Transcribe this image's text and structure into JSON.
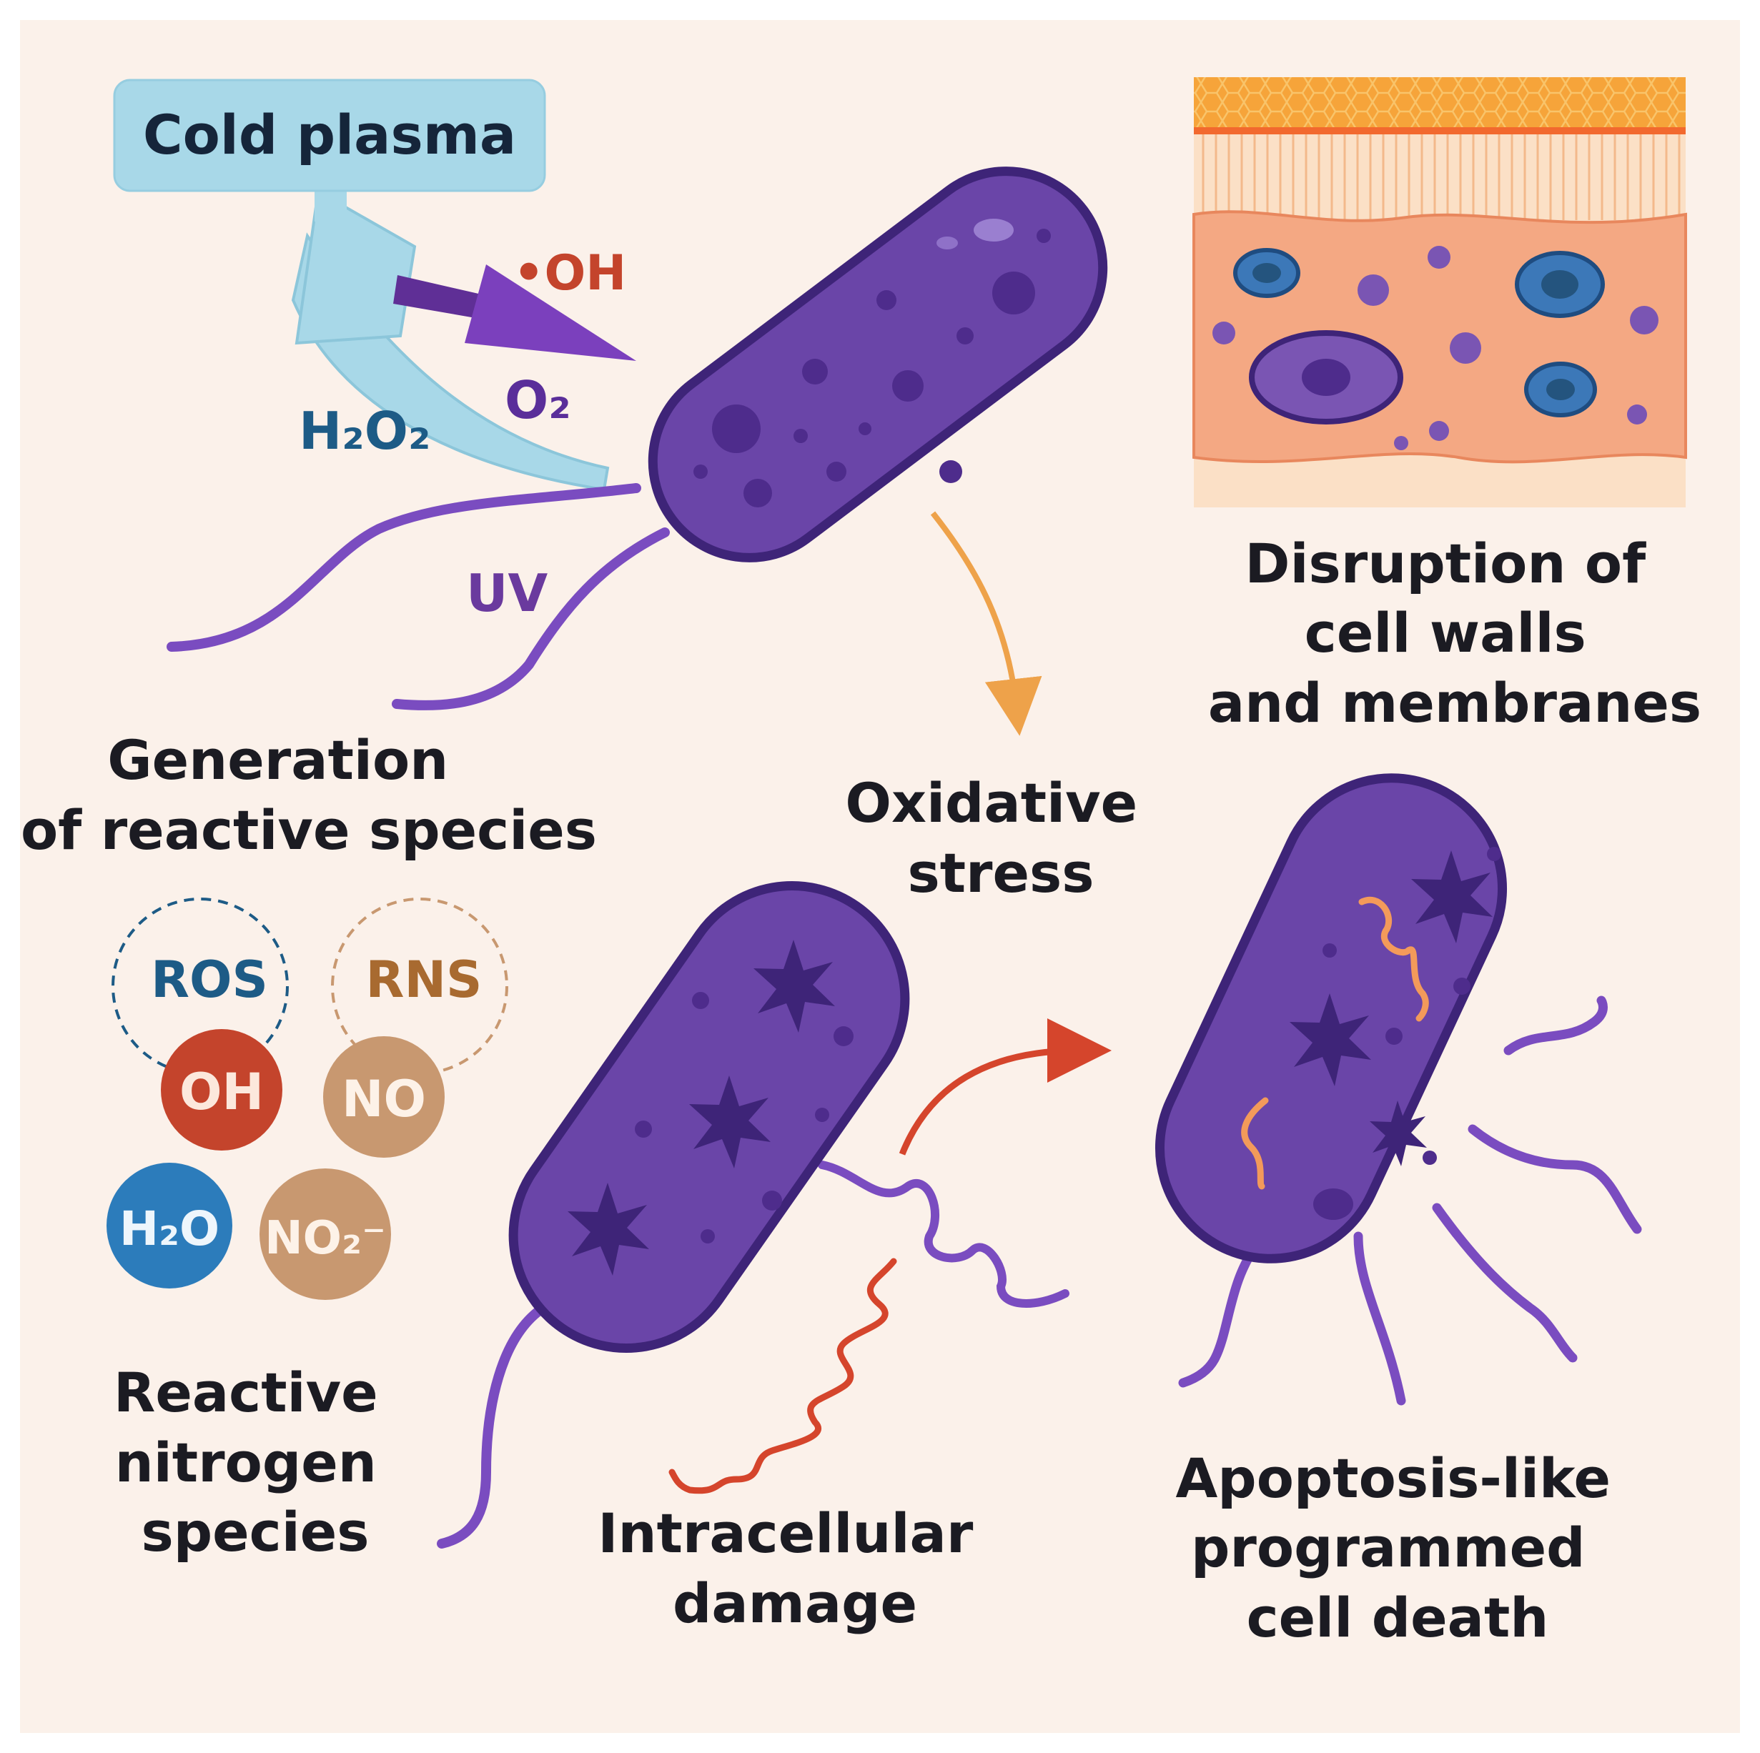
{
  "device": {
    "label": "Cold plasma"
  },
  "species_labels": {
    "oh_radical": "•OH",
    "oxygen": "O₂",
    "hydrogen_peroxide": "H₂O₂",
    "uv": "UV"
  },
  "captions": {
    "generation_line1": "Generation",
    "generation_line2": "of reactive species",
    "oxidative_line1": "Oxidative",
    "oxidative_line2": "stress",
    "disruption_line1": "Disruption of",
    "disruption_line2": "cell walls",
    "disruption_line3": "and membranes",
    "rns_line1": "Reactive",
    "rns_line2": "nitrogen",
    "rns_line3": "species",
    "damage_line1": "Intracellular",
    "damage_line2": "damage",
    "apoptosis_line1": "Apoptosis-like",
    "apoptosis_line2": "programmed",
    "apoptosis_line3": "cell death"
  },
  "groups": {
    "ros": "ROS",
    "rns": "RNS"
  },
  "molecules": {
    "oh": "OH",
    "no": "NO",
    "h2o": "H₂O",
    "no2": "NO₂⁻"
  },
  "colors": {
    "background": "#fbf1ea",
    "bacterium_fill": "#6a45a8",
    "bacterium_outline": "#3e2478",
    "flagella": "#7a4cc0",
    "ros_blue": "#1d5b86",
    "oh_red": "#c4442c",
    "rns_tan": "#c89870",
    "orange_arrow": "#eea24a",
    "red_arrow": "#d5452c",
    "tissue_peach": "#f4a883",
    "tissue_orange": "#f3a040",
    "device_blue": "#a8d8e8"
  }
}
